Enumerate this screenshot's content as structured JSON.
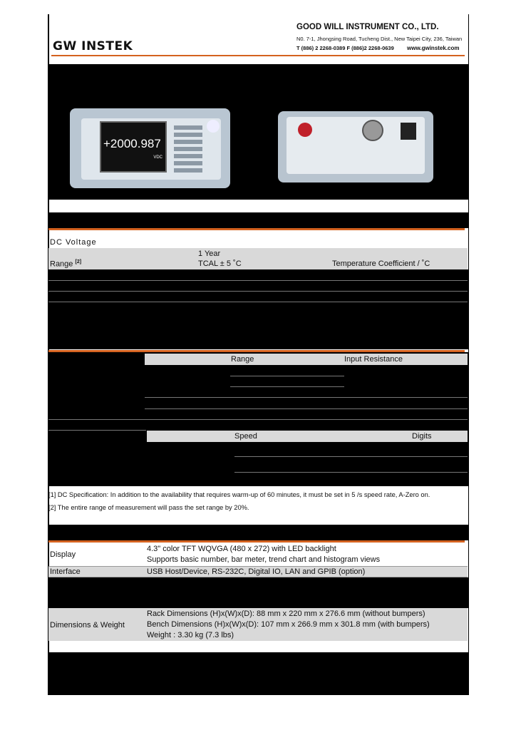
{
  "header": {
    "logo": "GW INSTEK",
    "company": "GOOD WILL INSTRUMENT CO., LTD.",
    "address": "N0. 7-1, Jhongsing Road, Tucheng Dist., New Taipei City, 236, Taiwan",
    "phone": "T (886) 2 2268-0389  F (886)2 2268-0639",
    "website": "www.gwinstek.com"
  },
  "product": {
    "display_reading": "+2000.987",
    "display_unit": "VDC"
  },
  "dc_voltage": {
    "title": "DC Voltage",
    "col_range": "Range",
    "range_note": "[2]",
    "col_year": "1 Year",
    "col_tcal": "TCAL ± 5 ˚C",
    "col_temp": "Temperature Coefficient / ˚C"
  },
  "input": {
    "col_range": "Range",
    "col_resistance": "Input Resistance"
  },
  "speed": {
    "col_speed": "Speed",
    "col_digits": "Digits"
  },
  "footnotes": [
    "[1] DC Specification: In addition to the availability that requires warm-up of 60 minutes, it must be set in 5 /s speed rate, A-Zero on.",
    "[2] The entire range of measurement will pass the set range by 20%."
  ],
  "general": {
    "display_label": "Display",
    "display_lines": [
      "4.3\" color TFT WQVGA (480 x 272) with LED backlight",
      "Supports basic number, bar meter, trend chart and histogram views"
    ],
    "interface_label": "Interface",
    "interface_value": "USB Host/Device, RS-232C, Digital IO, LAN and GPIB (option)",
    "dims_label": "Dimensions & Weight",
    "dims_lines": [
      "Rack Dimensions (H)x(W)x(D): 88 mm x 220 mm x 276.6 mm (without bumpers)",
      "Bench Dimensions (H)x(W)x(D): 107 mm x 266.9 mm x 301.8 mm (with bumpers)",
      "Weight : 3.30 kg (7.3 lbs)"
    ]
  }
}
